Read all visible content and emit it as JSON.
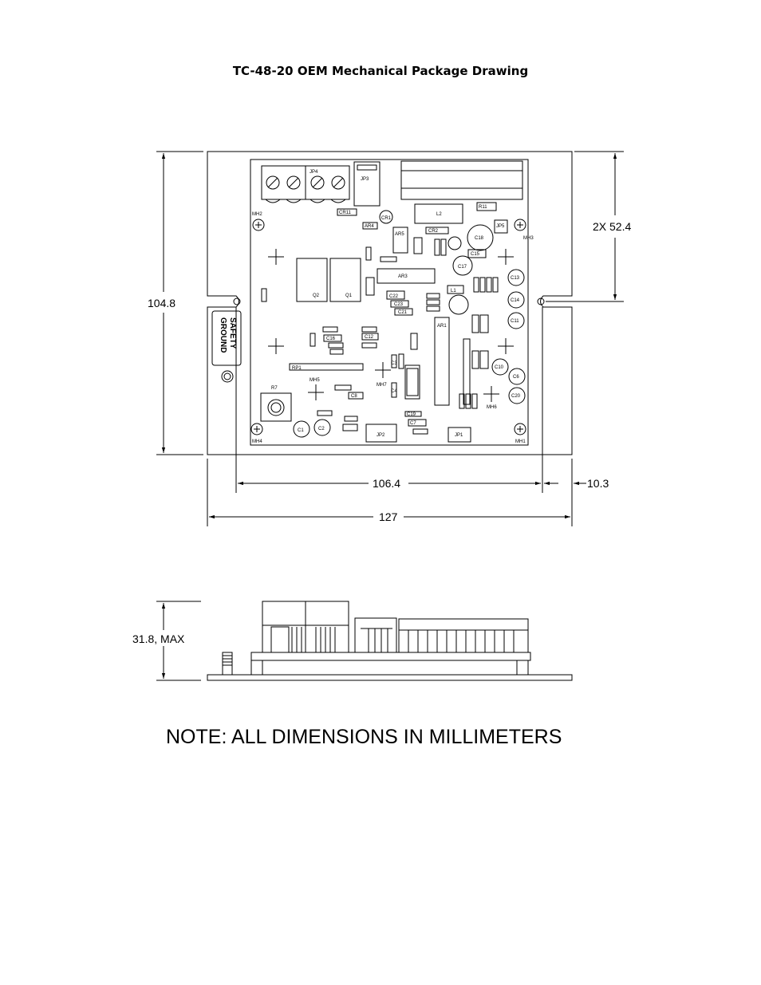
{
  "title": "TC-48-20 OEM Mechanical Package Drawing",
  "note": "NOTE: ALL DIMENSIONS IN MILLIMETERS",
  "dimensions": {
    "height": "104.8",
    "hole_spacing": "2X 52.4",
    "hole_span": "106.4",
    "edge_offset": "10.3",
    "width": "127",
    "max_height": "31.8, MAX"
  },
  "safety_label": {
    "line1": "SAFETY",
    "line2": "GROUND"
  },
  "components": [
    {
      "label": "JP4"
    },
    {
      "label": "JP3"
    },
    {
      "label": "CR1"
    },
    {
      "label": "CR11"
    },
    {
      "label": "AR4"
    },
    {
      "label": "AR5"
    },
    {
      "label": "L2"
    },
    {
      "label": "R11"
    },
    {
      "label": "JP5"
    },
    {
      "label": "C18"
    },
    {
      "label": "CR2"
    },
    {
      "label": "C15"
    },
    {
      "label": "C17"
    },
    {
      "label": "AR3"
    },
    {
      "label": "Q2"
    },
    {
      "label": "Q1"
    },
    {
      "label": "L1"
    },
    {
      "label": "C13"
    },
    {
      "label": "C14"
    },
    {
      "label": "C11"
    },
    {
      "label": "AR1"
    },
    {
      "label": "C22"
    },
    {
      "label": "C23"
    },
    {
      "label": "C21"
    },
    {
      "label": "C16"
    },
    {
      "label": "C12"
    },
    {
      "label": "C10"
    },
    {
      "label": "C6"
    },
    {
      "label": "C20"
    },
    {
      "label": "RP1"
    },
    {
      "label": "R7"
    },
    {
      "label": "MH5"
    },
    {
      "label": "MH7"
    },
    {
      "label": "MH6"
    },
    {
      "label": "MH2"
    },
    {
      "label": "MH3"
    },
    {
      "label": "MH4"
    },
    {
      "label": "MH1"
    },
    {
      "label": "C1"
    },
    {
      "label": "C2"
    },
    {
      "label": "JP2"
    },
    {
      "label": "JP1"
    },
    {
      "label": "C7"
    },
    {
      "label": "C19"
    },
    {
      "label": "C8"
    },
    {
      "label": "C4"
    },
    {
      "label": "C3"
    }
  ]
}
